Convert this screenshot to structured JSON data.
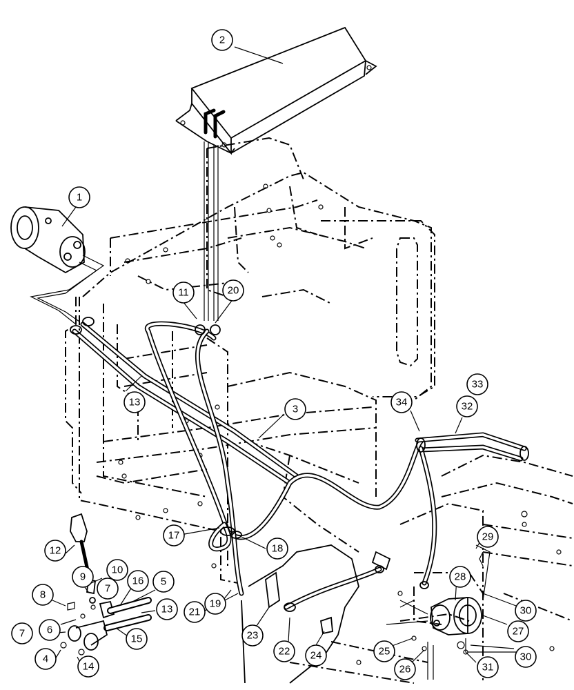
{
  "callouts": [
    {
      "id": "c1",
      "label": "1"
    },
    {
      "id": "c2",
      "label": "2"
    },
    {
      "id": "c3",
      "label": "3"
    },
    {
      "id": "c4",
      "label": "4"
    },
    {
      "id": "c5",
      "label": "5"
    },
    {
      "id": "c6",
      "label": "6"
    },
    {
      "id": "c7a",
      "label": "7"
    },
    {
      "id": "c7b",
      "label": "7"
    },
    {
      "id": "c8",
      "label": "8"
    },
    {
      "id": "c9",
      "label": "9"
    },
    {
      "id": "c10",
      "label": "10"
    },
    {
      "id": "c11",
      "label": "11"
    },
    {
      "id": "c12",
      "label": "12"
    },
    {
      "id": "c13a",
      "label": "13"
    },
    {
      "id": "c13b",
      "label": "13"
    },
    {
      "id": "c14",
      "label": "14"
    },
    {
      "id": "c15",
      "label": "15"
    },
    {
      "id": "c16",
      "label": "16"
    },
    {
      "id": "c17",
      "label": "17"
    },
    {
      "id": "c18",
      "label": "18"
    },
    {
      "id": "c19",
      "label": "19"
    },
    {
      "id": "c20",
      "label": "20"
    },
    {
      "id": "c21",
      "label": "21"
    },
    {
      "id": "c22",
      "label": "22"
    },
    {
      "id": "c23",
      "label": "23"
    },
    {
      "id": "c24",
      "label": "24"
    },
    {
      "id": "c25",
      "label": "25"
    },
    {
      "id": "c26",
      "label": "26"
    },
    {
      "id": "c27",
      "label": "27"
    },
    {
      "id": "c28",
      "label": "28"
    },
    {
      "id": "c29",
      "label": "29"
    },
    {
      "id": "c30a",
      "label": "30"
    },
    {
      "id": "c30b",
      "label": "30"
    },
    {
      "id": "c31",
      "label": "31"
    },
    {
      "id": "c32",
      "label": "32"
    },
    {
      "id": "c33",
      "label": "33"
    },
    {
      "id": "c34",
      "label": "34"
    }
  ]
}
